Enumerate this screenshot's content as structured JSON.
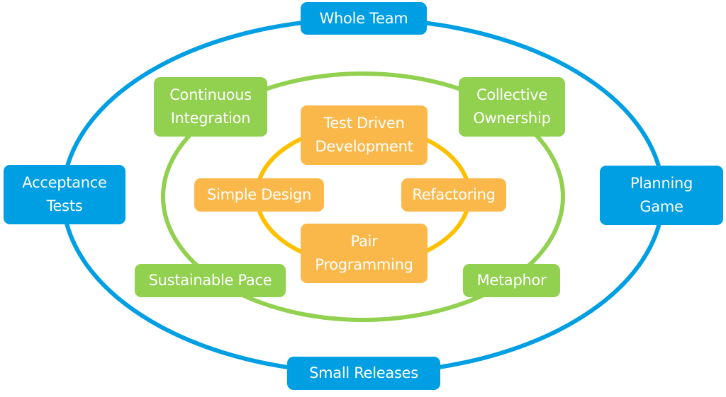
{
  "title": "Extreme Programming Practices",
  "colors": {
    "outer_ring": "#009fe3",
    "middle_ring": "#92d050",
    "inner_ring": "#ffc000",
    "outer_box": "#009fe3",
    "middle_box": "#92d050",
    "inner_box": "#fbb84a",
    "text": "#ffffff"
  },
  "outer": {
    "top": "Whole Team",
    "left": "Acceptance\nTests",
    "right": "Planning\nGame",
    "bottom": "Small Releases"
  },
  "middle": {
    "top_left": "Continuous\nIntegration",
    "top_right": "Collective\nOwnership",
    "bottom_left": "Sustainable Pace",
    "bottom_right": "Metaphor"
  },
  "inner": {
    "top": "Test Driven\nDevelopment",
    "left": "Simple Design",
    "right": "Refactoring",
    "bottom": "Pair\nProgramming"
  }
}
